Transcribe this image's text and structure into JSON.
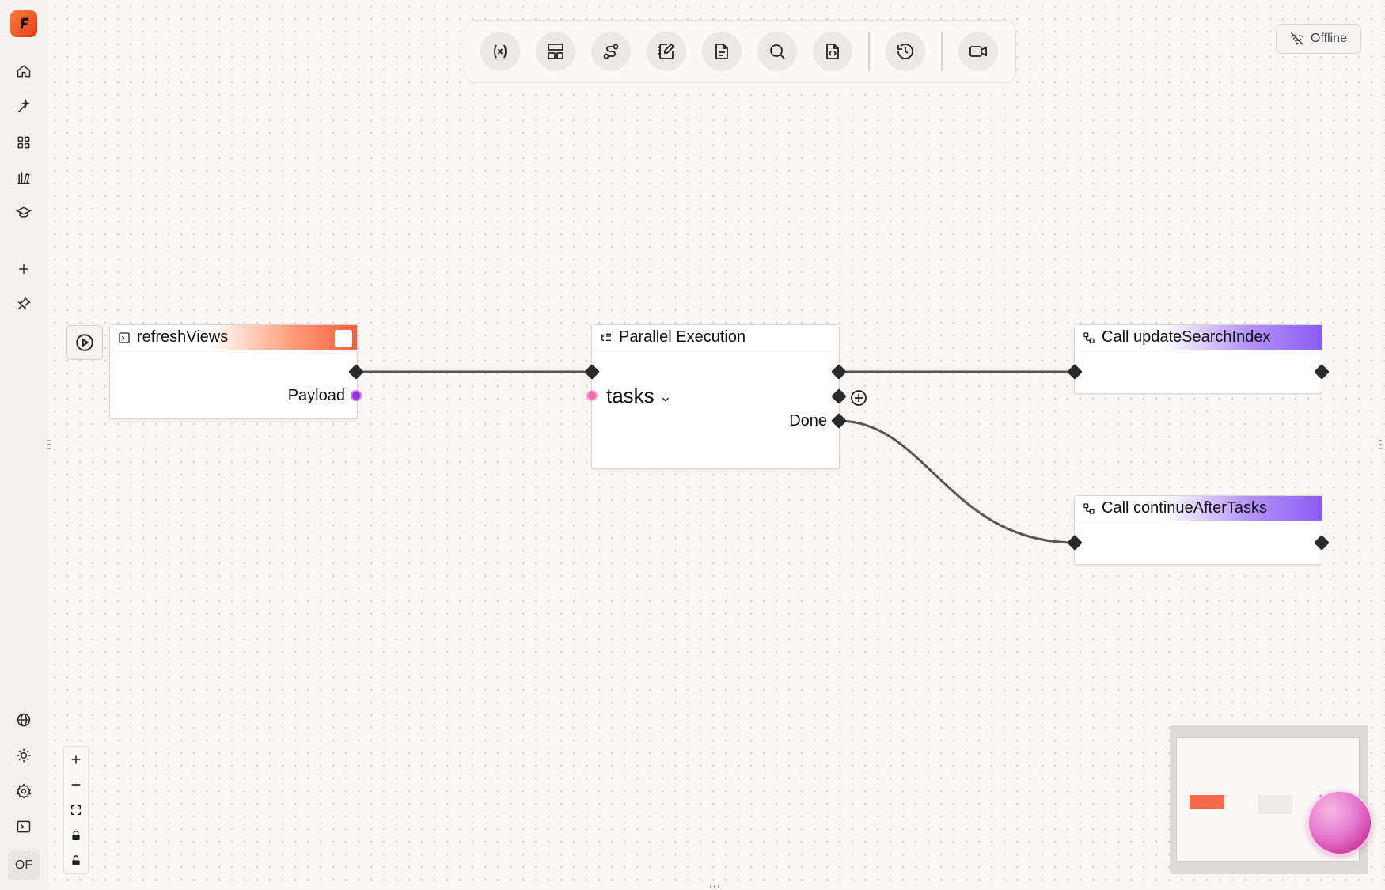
{
  "sidebar": {
    "logo_icon": "app-logo-icon",
    "top_items": [
      {
        "name": "home",
        "icon": "home-icon"
      },
      {
        "name": "ai-assistant",
        "icon": "sparkle-wand-icon"
      },
      {
        "name": "apps",
        "icon": "grid-icon"
      },
      {
        "name": "library",
        "icon": "library-icon"
      },
      {
        "name": "learn",
        "icon": "graduation-cap-icon"
      },
      {
        "name": "add",
        "icon": "plus-icon"
      },
      {
        "name": "pinned",
        "icon": "pin-icon"
      }
    ],
    "bottom_items": [
      {
        "name": "language",
        "icon": "globe-icon"
      },
      {
        "name": "theme",
        "icon": "sun-icon"
      },
      {
        "name": "settings",
        "icon": "gear-icon"
      },
      {
        "name": "terminal",
        "icon": "terminal-icon"
      }
    ],
    "avatar_initials": "OF"
  },
  "toolbar": {
    "buttons": [
      {
        "name": "variables",
        "icon": "variable-icon"
      },
      {
        "name": "layout",
        "icon": "layout-icon"
      },
      {
        "name": "connections",
        "icon": "route-icon"
      },
      {
        "name": "notes",
        "icon": "notebook-pen-icon"
      },
      {
        "name": "document",
        "icon": "file-text-icon"
      },
      {
        "name": "search",
        "icon": "search-icon"
      },
      {
        "name": "code",
        "icon": "file-code-icon"
      },
      {
        "name": "history",
        "icon": "history-icon"
      },
      {
        "name": "record",
        "icon": "video-icon"
      }
    ]
  },
  "status": {
    "offline_label": "Offline",
    "icon": "wifi-off-icon"
  },
  "nodes": {
    "refresh_views": {
      "title": "refreshViews",
      "icon": "function-icon",
      "output_label": "Payload",
      "header_color": "#f25f3a"
    },
    "parallel": {
      "title": "Parallel Execution",
      "icon": "list-tree-icon",
      "input_label": "tasks",
      "done_label": "Done"
    },
    "update_search": {
      "title": "Call updateSearchIndex",
      "icon": "workflow-icon",
      "header_color": "#8b5cf6"
    },
    "continue_after": {
      "title": "Call continueAfterTasks",
      "icon": "workflow-icon",
      "header_color": "#8b5cf6"
    }
  },
  "canvas_controls": [
    {
      "name": "zoom-in",
      "icon": "plus-icon"
    },
    {
      "name": "zoom-out",
      "icon": "minus-icon"
    },
    {
      "name": "fit-view",
      "icon": "fullscreen-icon"
    },
    {
      "name": "lock",
      "icon": "lock-icon"
    },
    {
      "name": "unlock",
      "icon": "unlock-icon"
    }
  ],
  "colors": {
    "accent_orange": "#f25f3a",
    "accent_purple": "#8b5cf6",
    "payload_port": "#9b30d9",
    "tasks_port": "#f06aa8",
    "edge": "#555555"
  }
}
